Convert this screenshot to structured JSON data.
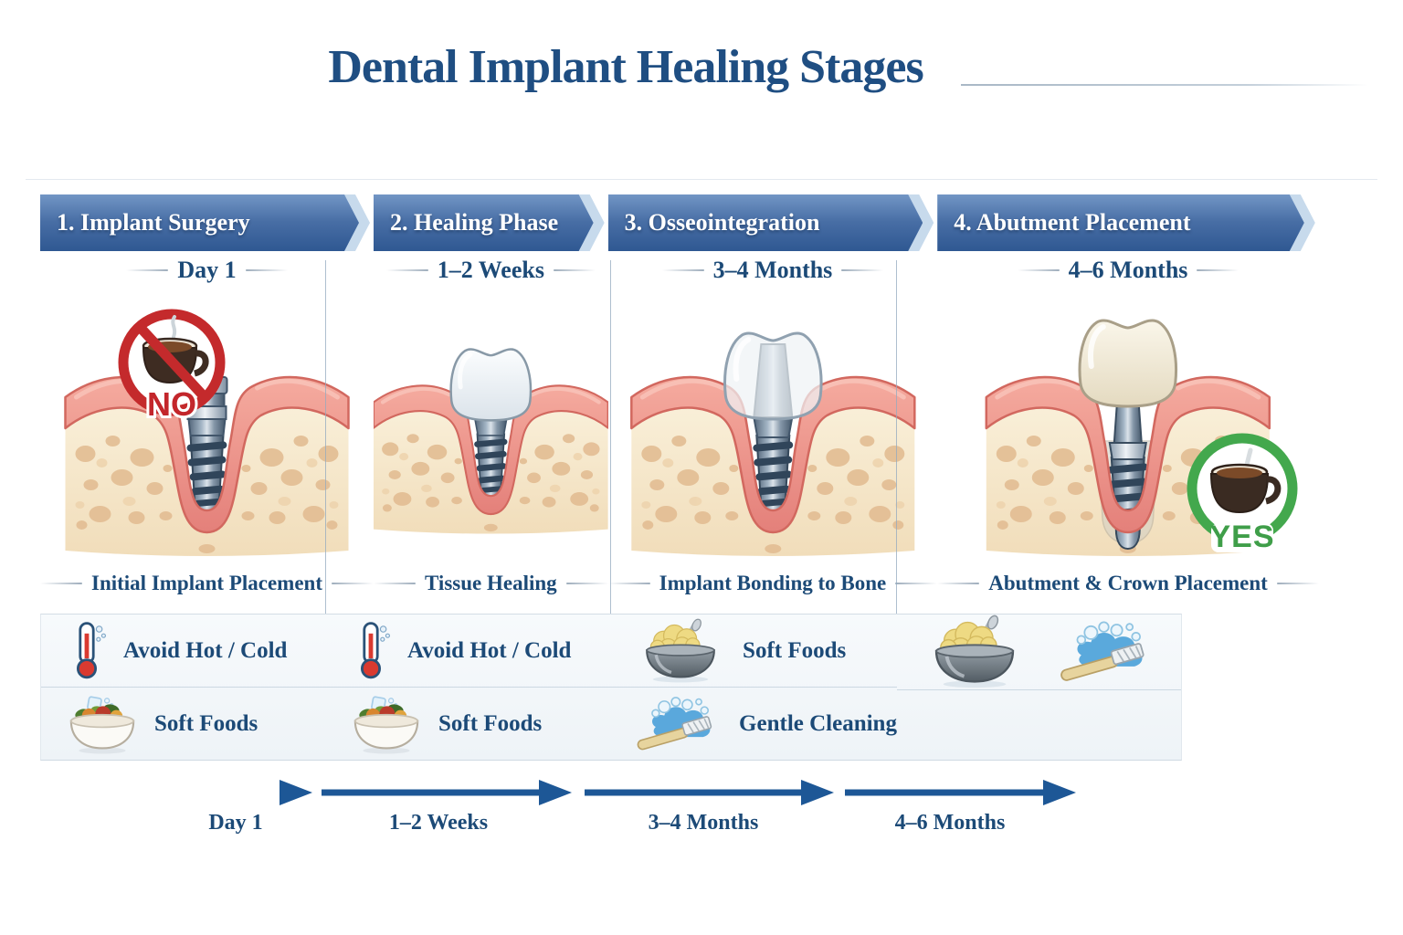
{
  "title": "Dental Implant Healing Stages",
  "colors": {
    "title_blue": "#1f4e82",
    "banner_blue": "#3a639b",
    "banner_light_blue": "#c7daec",
    "label_blue": "#1c4a77",
    "no_red": "#c42a2c",
    "yes_green": "#43a84d",
    "timeline_blue": "#1d5796",
    "gum_pink": "#ef9c91",
    "bone_cream": "#f6e9cf"
  },
  "stages": [
    {
      "banner": "1. Implant Surgery",
      "time": "Day 1",
      "caption": "Initial Implant Placement",
      "badge": {
        "icon": "no-coffee-badge-icon",
        "label": "NO"
      },
      "care": [
        {
          "icon": "thermometer-icon",
          "label": "Avoid Hot / Cold"
        },
        {
          "icon": "soft-foods-bowl-icon",
          "label": "Soft Foods"
        }
      ]
    },
    {
      "banner": "2. Healing Phase",
      "time": "1–2 Weeks",
      "caption": "Tissue Healing",
      "care": [
        {
          "icon": "thermometer-icon",
          "label": "Avoid Hot / Cold"
        },
        {
          "icon": "soft-foods-bowl-icon",
          "label": "Soft Foods"
        }
      ]
    },
    {
      "banner": "3. Osseointegration",
      "time": "3–4 Months",
      "caption": "Implant Bonding to Bone",
      "care": [
        {
          "icon": "mashed-potatoes-icon",
          "label": "Soft Foods"
        },
        {
          "icon": "toothbrush-icon",
          "label": "Gentle Cleaning"
        }
      ]
    },
    {
      "banner": "4. Abutment Placement",
      "time": "4–6 Months",
      "caption": "Abutment & Crown Placement",
      "badge": {
        "icon": "yes-coffee-badge-icon",
        "label": "YES"
      },
      "care": [
        {
          "icon": "mashed-potatoes-icon"
        },
        {
          "icon": "toothbrush-icon"
        }
      ]
    }
  ],
  "timeline": {
    "labels": [
      "Day 1",
      "1–2 Weeks",
      "3–4 Months",
      "4–6 Months"
    ]
  }
}
